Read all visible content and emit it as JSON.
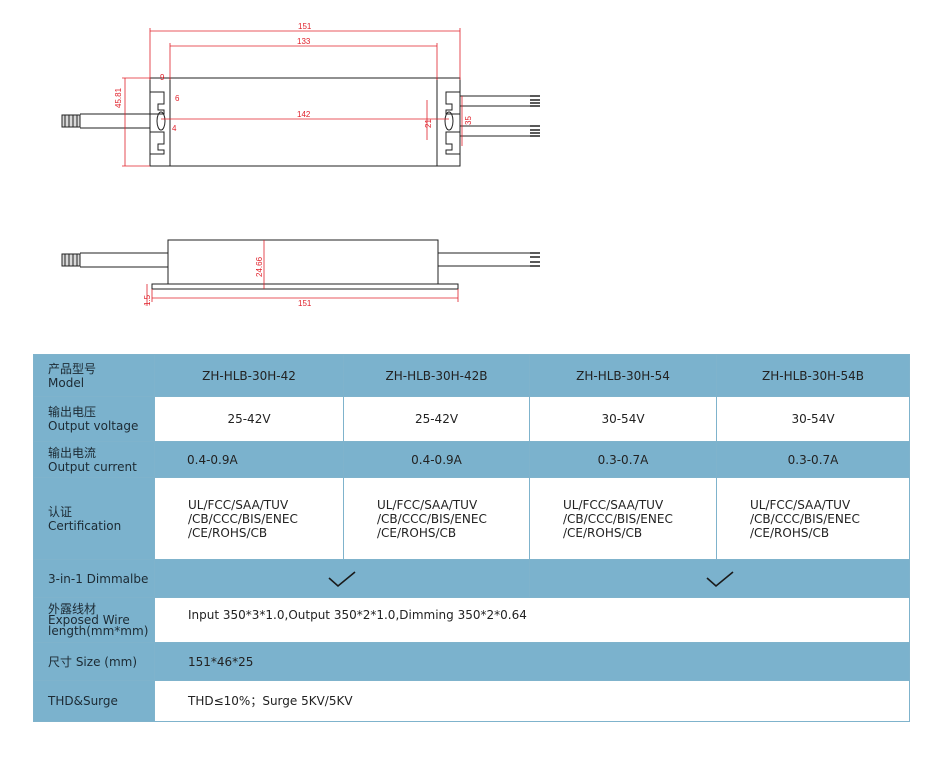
{
  "drawing": {
    "top_view": {
      "dim_overall": "151",
      "dim_inner": "133",
      "dim_hole_spacing": "142",
      "dim_height": "45.81",
      "dim_tab_a": "6",
      "dim_tab_b": "9",
      "dim_tab_c": "4",
      "dim_right_inner": "21",
      "dim_right_outer": "35"
    },
    "side_view": {
      "dim_height": "24.66",
      "dim_length": "151",
      "dim_base": "1.5"
    },
    "dim_color": "#e0202a"
  },
  "table": {
    "colors": {
      "header_blue": "#7bb2cd",
      "border": "#7fb3cc"
    },
    "rows": [
      {
        "label_cn": "产品型号",
        "label_en": "Model",
        "cells": [
          "ZH-HLB-30H-42",
          "ZH-HLB-30H-42B",
          "ZH-HLB-30H-54",
          "ZH-HLB-30H-54B"
        ]
      },
      {
        "label_cn": "输出电压",
        "label_en": "Output voltage",
        "cells": [
          "25-42V",
          "25-42V",
          "30-54V",
          "30-54V"
        ]
      },
      {
        "label_cn": "输出电流",
        "label_en": "Output current",
        "cells": [
          "0.4-0.9A",
          "0.4-0.9A",
          "0.3-0.7A",
          "0.3-0.7A"
        ]
      },
      {
        "label_cn": "认证",
        "label_en": "Certification",
        "cert_lines": [
          "UL/FCC/SAA/TUV",
          "/CB/CCC/BIS/ENEC",
          "/CE/ROHS/CB"
        ]
      },
      {
        "label": "3-in-1 Dimmalbe",
        "ticks": [
          "tick-icon",
          "tick-icon"
        ]
      },
      {
        "label_cn": "外露线材",
        "label_en": "Exposed Wire",
        "label_en2": "length(mm*mm)",
        "value": "Input 350*3*1.0,Output 350*2*1.0,Dimming 350*2*0.64"
      },
      {
        "label": "尺寸 Size (mm)",
        "value": "151*46*25"
      },
      {
        "label": "THD&Surge",
        "value": "THD≤10%；Surge 5KV/5KV"
      }
    ]
  }
}
